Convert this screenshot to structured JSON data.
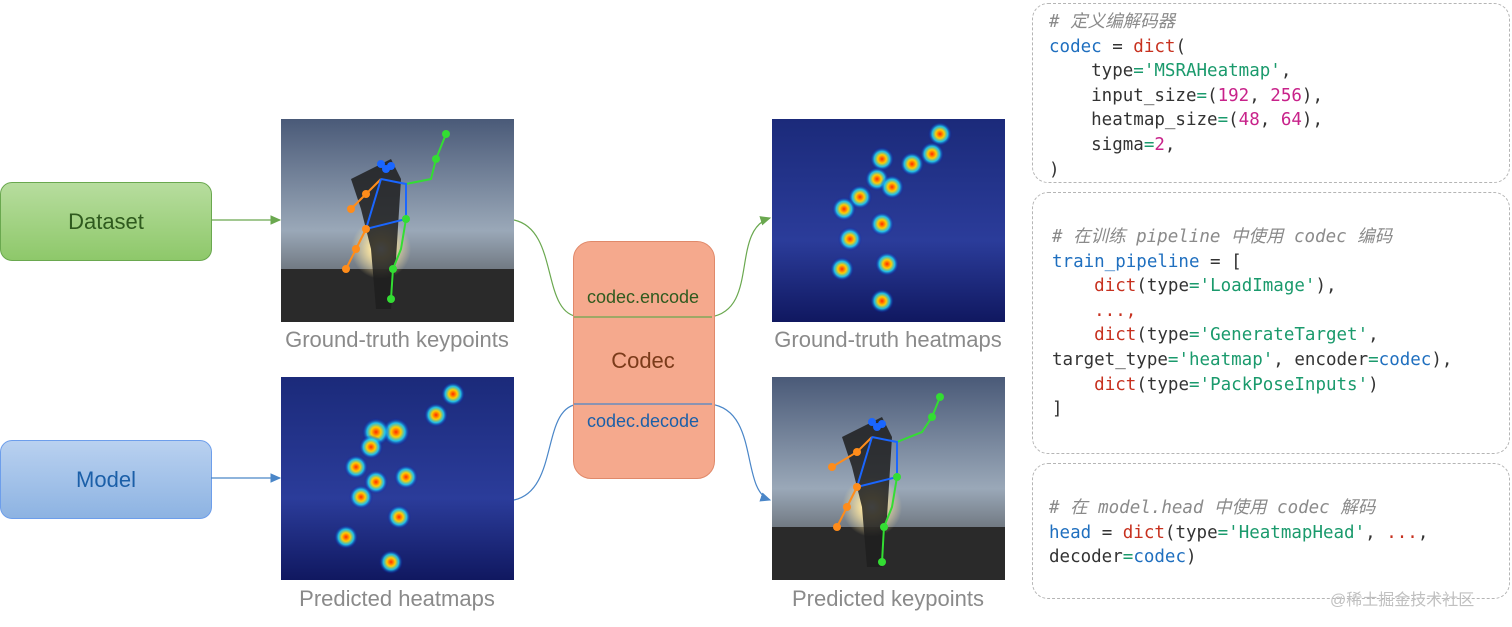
{
  "nodes": {
    "dataset": "Dataset",
    "model": "Model",
    "codec": "Codec",
    "encode": "codec.encode",
    "decode": "codec.decode"
  },
  "captions": {
    "gt_keypoints": "Ground-truth keypoints",
    "gt_heatmaps": "Ground-truth heatmaps",
    "pred_heatmaps": "Predicted heatmaps",
    "pred_keypoints": "Predicted keypoints"
  },
  "code_blocks": {
    "define_codec": [
      [
        {
          "t": "# 定义编解码器",
          "c": "comment"
        }
      ],
      [
        {
          "t": "codec",
          "c": "var"
        },
        {
          "t": " = ",
          "c": "plain"
        },
        {
          "t": "dict",
          "c": "fn"
        },
        {
          "t": "(",
          "c": "plain"
        }
      ],
      [
        {
          "t": "    type",
          "c": "plain"
        },
        {
          "t": "=",
          "c": "op"
        },
        {
          "t": "'MSRAHeatmap'",
          "c": "str"
        },
        {
          "t": ",",
          "c": "plain"
        }
      ],
      [
        {
          "t": "    input_size",
          "c": "plain"
        },
        {
          "t": "=",
          "c": "op"
        },
        {
          "t": "(",
          "c": "plain"
        },
        {
          "t": "192",
          "c": "num"
        },
        {
          "t": ", ",
          "c": "plain"
        },
        {
          "t": "256",
          "c": "num"
        },
        {
          "t": "),",
          "c": "plain"
        }
      ],
      [
        {
          "t": "    heatmap_size",
          "c": "plain"
        },
        {
          "t": "=",
          "c": "op"
        },
        {
          "t": "(",
          "c": "plain"
        },
        {
          "t": "48",
          "c": "num"
        },
        {
          "t": ", ",
          "c": "plain"
        },
        {
          "t": "64",
          "c": "num"
        },
        {
          "t": "),",
          "c": "plain"
        }
      ],
      [
        {
          "t": "    sigma",
          "c": "plain"
        },
        {
          "t": "=",
          "c": "op"
        },
        {
          "t": "2",
          "c": "num"
        },
        {
          "t": ",",
          "c": "plain"
        }
      ],
      [
        {
          "t": ")",
          "c": "plain"
        }
      ]
    ],
    "train_pipeline": [
      [
        {
          "t": "# 在训练 pipeline 中使用 codec 编码",
          "c": "comment"
        }
      ],
      [
        {
          "t": "train_pipeline",
          "c": "var"
        },
        {
          "t": " = [",
          "c": "plain"
        }
      ],
      [
        {
          "t": "    ",
          "c": "plain"
        },
        {
          "t": "dict",
          "c": "fn"
        },
        {
          "t": "(type",
          "c": "plain"
        },
        {
          "t": "=",
          "c": "op"
        },
        {
          "t": "'LoadImage'",
          "c": "str"
        },
        {
          "t": "),",
          "c": "plain"
        }
      ],
      [
        {
          "t": "    ...,",
          "c": "fn"
        }
      ],
      [
        {
          "t": "    ",
          "c": "plain"
        },
        {
          "t": "dict",
          "c": "fn"
        },
        {
          "t": "(type",
          "c": "plain"
        },
        {
          "t": "=",
          "c": "op"
        },
        {
          "t": "'GenerateTarget'",
          "c": "str"
        },
        {
          "t": ",",
          "c": "plain"
        }
      ],
      [
        {
          "t": "target_type",
          "c": "plain"
        },
        {
          "t": "=",
          "c": "op"
        },
        {
          "t": "'heatmap'",
          "c": "str"
        },
        {
          "t": ", encoder",
          "c": "plain"
        },
        {
          "t": "=",
          "c": "op"
        },
        {
          "t": "codec",
          "c": "var"
        },
        {
          "t": "),",
          "c": "plain"
        }
      ],
      [
        {
          "t": "    ",
          "c": "plain"
        },
        {
          "t": "dict",
          "c": "fn"
        },
        {
          "t": "(type",
          "c": "plain"
        },
        {
          "t": "=",
          "c": "op"
        },
        {
          "t": "'PackPoseInputs'",
          "c": "str"
        },
        {
          "t": ")",
          "c": "plain"
        }
      ],
      [
        {
          "t": "]",
          "c": "plain"
        }
      ]
    ],
    "model_head": [
      [
        {
          "t": "# 在 model.head 中使用 codec 解码",
          "c": "comment"
        }
      ],
      [
        {
          "t": "head",
          "c": "var"
        },
        {
          "t": " = ",
          "c": "plain"
        },
        {
          "t": "dict",
          "c": "fn"
        },
        {
          "t": "(type",
          "c": "plain"
        },
        {
          "t": "=",
          "c": "op"
        },
        {
          "t": "'HeatmapHead'",
          "c": "str"
        },
        {
          "t": ", ",
          "c": "plain"
        },
        {
          "t": "...",
          "c": "fn"
        },
        {
          "t": ",",
          "c": "plain"
        }
      ],
      [
        {
          "t": "decoder",
          "c": "plain"
        },
        {
          "t": "=",
          "c": "op"
        },
        {
          "t": "codec",
          "c": "var"
        },
        {
          "t": ")",
          "c": "plain"
        }
      ]
    ]
  },
  "watermark": "@稀土掘金技术社区",
  "colors": {
    "dataset_fill": "#8ec86a",
    "model_fill": "#8db3e2",
    "codec_fill": "#f5a98d",
    "encode_arrow": "#6aa84f",
    "decode_arrow": "#4a86c8"
  }
}
